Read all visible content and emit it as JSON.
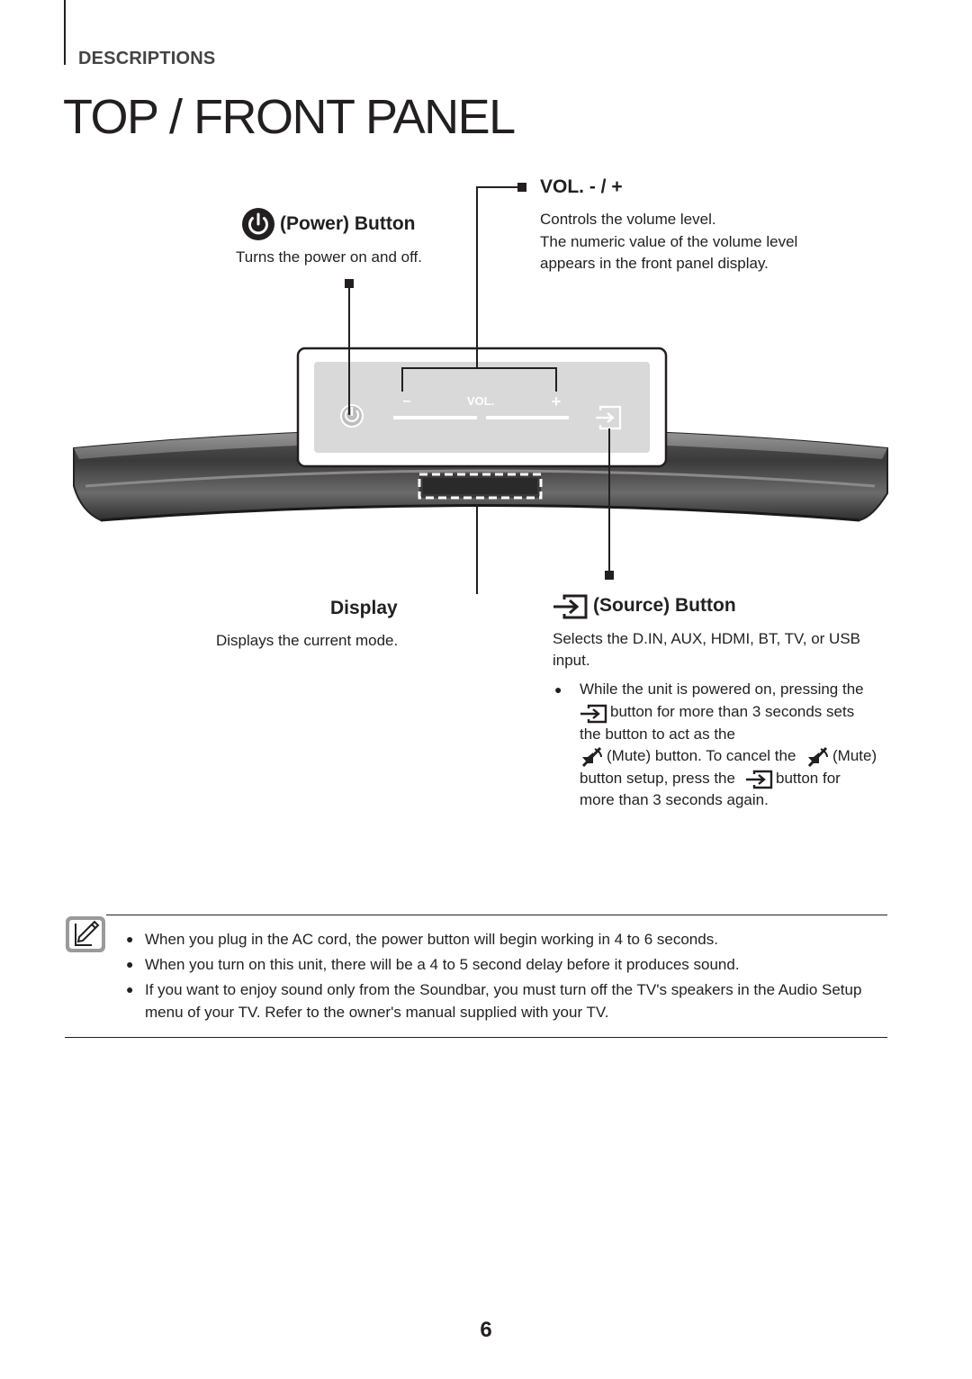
{
  "header": {
    "section_label": "DESCRIPTIONS",
    "page_title": "TOP / FRONT PANEL"
  },
  "panel": {
    "vol_label": "VOL.",
    "minus_label": "–",
    "plus_label": "+"
  },
  "power": {
    "title": "(Power) Button",
    "description": "Turns the power on and off.",
    "icon": "power-icon"
  },
  "volume": {
    "title": "VOL. - / +",
    "description_lines": [
      "Controls the volume level.",
      "The numeric value of the volume level",
      "appears in the front panel display."
    ]
  },
  "display": {
    "title": "Display",
    "description": "Displays the current mode."
  },
  "source": {
    "title": "(Source) Button",
    "icon": "source-icon",
    "description_lines": [
      "Selects the D.IN, AUX, HDMI, BT, TV, or USB",
      "input."
    ],
    "bullet": {
      "line1": "While the unit is powered on, pressing the",
      "line2_after_icon": "button for more than 3 seconds sets",
      "line3": "the button to act as the",
      "line4_a": "(Mute) button. To cancel the",
      "line4_b": "(Mute)",
      "line5_a": "button setup, press the",
      "line5_b": "button for",
      "line6": "more than 3 seconds again."
    }
  },
  "notes": {
    "icon": "note-pencil-icon",
    "items": [
      [
        "When you plug in the AC cord, the power button will begin working in 4 to 6 seconds."
      ],
      [
        "When you turn on this unit, there will be a 4 to 5 second delay before it produces sound."
      ],
      [
        "If you want to enjoy sound only from the Soundbar, you must turn off the TV's speakers in the Audio Setup",
        "menu of your TV. Refer to the owner's manual supplied with your TV."
      ]
    ]
  },
  "footer": {
    "page_number": "6"
  },
  "colors": {
    "text": "#231f20",
    "panel_fill": "#d9d9d9",
    "bar_dark": "#3c3c3c"
  }
}
